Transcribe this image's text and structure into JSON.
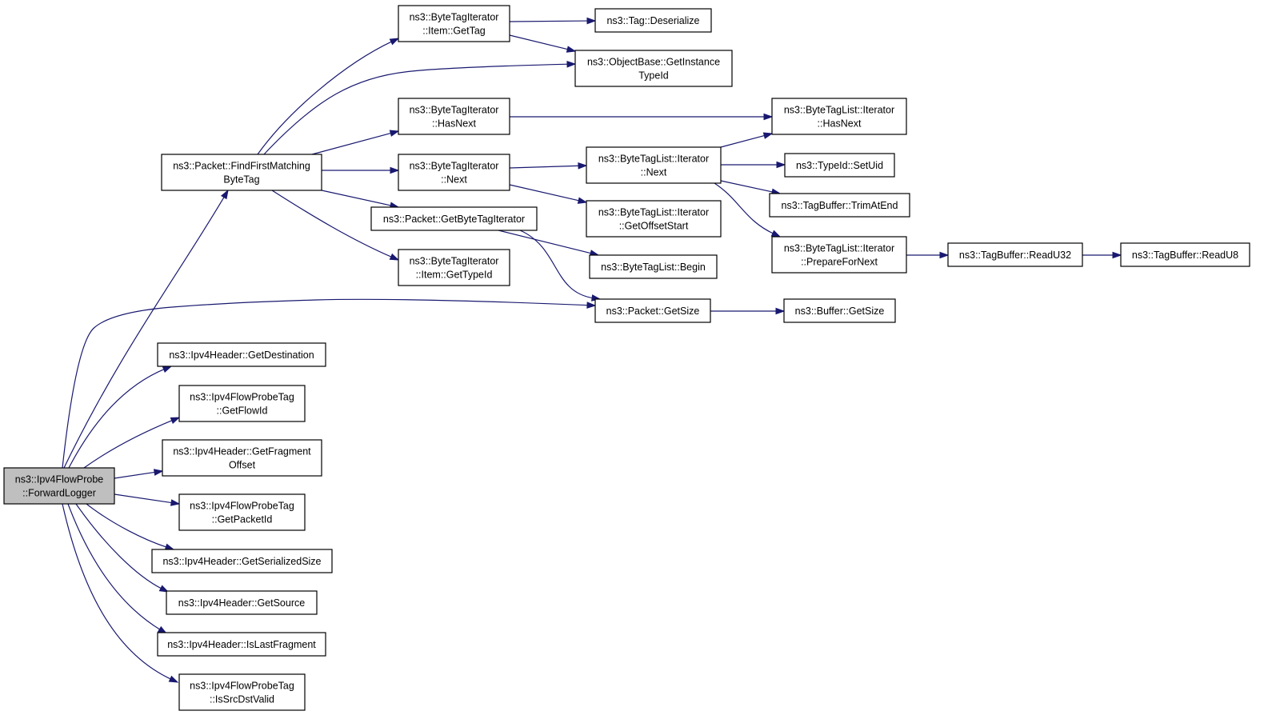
{
  "graph": {
    "edge_color": "#191970",
    "root_fill": "#bfbfbf",
    "nodes": [
      {
        "id": "root",
        "lines": [
          "ns3::Ipv4FlowProbe",
          "::ForwardLogger"
        ]
      },
      {
        "id": "findFirst",
        "lines": [
          "ns3::Packet::FindFirstMatching",
          "ByteTag"
        ]
      },
      {
        "id": "itemGetTag",
        "lines": [
          "ns3::ByteTagIterator",
          "::Item::GetTag"
        ]
      },
      {
        "id": "tagDeser",
        "lines": [
          "ns3::Tag::Deserialize"
        ]
      },
      {
        "id": "objBase",
        "lines": [
          "ns3::ObjectBase::GetInstance",
          "TypeId"
        ]
      },
      {
        "id": "btiHasNext",
        "lines": [
          "ns3::ByteTagIterator",
          "::HasNext"
        ]
      },
      {
        "id": "btlHasNext",
        "lines": [
          "ns3::ByteTagList::Iterator",
          "::HasNext"
        ]
      },
      {
        "id": "btiNext",
        "lines": [
          "ns3::ByteTagIterator",
          "::Next"
        ]
      },
      {
        "id": "btlNext",
        "lines": [
          "ns3::ByteTagList::Iterator",
          "::Next"
        ]
      },
      {
        "id": "setUid",
        "lines": [
          "ns3::TypeId::SetUid"
        ]
      },
      {
        "id": "trimAtEnd",
        "lines": [
          "ns3::TagBuffer::TrimAtEnd"
        ]
      },
      {
        "id": "getOffsetStart",
        "lines": [
          "ns3::ByteTagList::Iterator",
          "::GetOffsetStart"
        ]
      },
      {
        "id": "prepareForNext",
        "lines": [
          "ns3::ByteTagList::Iterator",
          "::PrepareForNext"
        ]
      },
      {
        "id": "readU32",
        "lines": [
          "ns3::TagBuffer::ReadU32"
        ]
      },
      {
        "id": "readU8",
        "lines": [
          "ns3::TagBuffer::ReadU8"
        ]
      },
      {
        "id": "getBTI",
        "lines": [
          "ns3::Packet::GetByteTagIterator"
        ]
      },
      {
        "id": "btlBegin",
        "lines": [
          "ns3::ByteTagList::Begin"
        ]
      },
      {
        "id": "itemGetTypeId",
        "lines": [
          "ns3::ByteTagIterator",
          "::Item::GetTypeId"
        ]
      },
      {
        "id": "pktGetSize",
        "lines": [
          "ns3::Packet::GetSize"
        ]
      },
      {
        "id": "bufGetSize",
        "lines": [
          "ns3::Buffer::GetSize"
        ]
      },
      {
        "id": "getDest",
        "lines": [
          "ns3::Ipv4Header::GetDestination"
        ]
      },
      {
        "id": "getFlowId",
        "lines": [
          "ns3::Ipv4FlowProbeTag",
          "::GetFlowId"
        ]
      },
      {
        "id": "getFragOff",
        "lines": [
          "ns3::Ipv4Header::GetFragment",
          "Offset"
        ]
      },
      {
        "id": "getPacketId",
        "lines": [
          "ns3::Ipv4FlowProbeTag",
          "::GetPacketId"
        ]
      },
      {
        "id": "getSerSize",
        "lines": [
          "ns3::Ipv4Header::GetSerializedSize"
        ]
      },
      {
        "id": "getSource",
        "lines": [
          "ns3::Ipv4Header::GetSource"
        ]
      },
      {
        "id": "isLastFrag",
        "lines": [
          "ns3::Ipv4Header::IsLastFragment"
        ]
      },
      {
        "id": "isSrcDstValid",
        "lines": [
          "ns3::Ipv4FlowProbeTag",
          "::IsSrcDstValid"
        ]
      }
    ],
    "edges": [
      [
        "root",
        "findFirst"
      ],
      [
        "root",
        "pktGetSize"
      ],
      [
        "root",
        "getDest"
      ],
      [
        "root",
        "getFlowId"
      ],
      [
        "root",
        "getFragOff"
      ],
      [
        "root",
        "getPacketId"
      ],
      [
        "root",
        "getSerSize"
      ],
      [
        "root",
        "getSource"
      ],
      [
        "root",
        "isLastFrag"
      ],
      [
        "root",
        "isSrcDstValid"
      ],
      [
        "findFirst",
        "itemGetTag"
      ],
      [
        "findFirst",
        "objBase"
      ],
      [
        "findFirst",
        "btiHasNext"
      ],
      [
        "findFirst",
        "btiNext"
      ],
      [
        "findFirst",
        "getBTI"
      ],
      [
        "findFirst",
        "itemGetTypeId"
      ],
      [
        "itemGetTag",
        "tagDeser"
      ],
      [
        "itemGetTag",
        "objBase"
      ],
      [
        "btiHasNext",
        "btlHasNext"
      ],
      [
        "btiNext",
        "btlNext"
      ],
      [
        "btiNext",
        "getOffsetStart"
      ],
      [
        "btlNext",
        "btlHasNext"
      ],
      [
        "btlNext",
        "setUid"
      ],
      [
        "btlNext",
        "trimAtEnd"
      ],
      [
        "btlNext",
        "prepareForNext"
      ],
      [
        "prepareForNext",
        "readU32"
      ],
      [
        "readU32",
        "readU8"
      ],
      [
        "getBTI",
        "btlBegin"
      ],
      [
        "getBTI",
        "pktGetSize"
      ],
      [
        "pktGetSize",
        "bufGetSize"
      ]
    ]
  }
}
